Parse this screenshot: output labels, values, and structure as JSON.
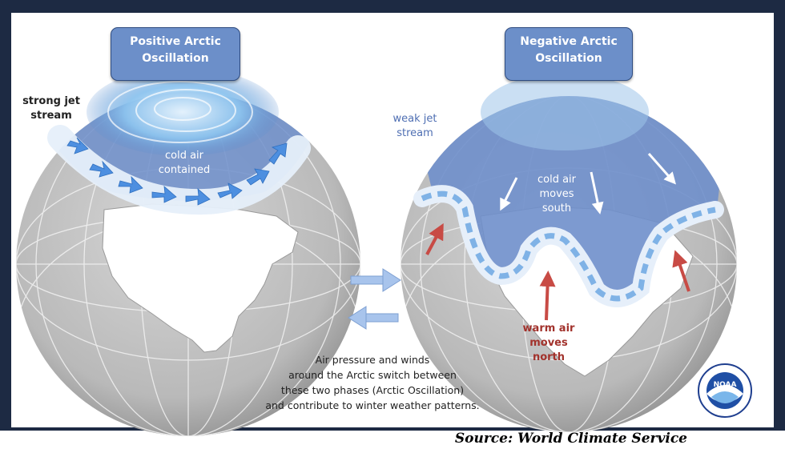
{
  "source": "Source: World Climate Service",
  "positive": {
    "title_line1": "Positive Arctic",
    "title_line2": "Oscillation",
    "jet_line1": "strong jet",
    "jet_line2": "stream",
    "air_line1": "cold air",
    "air_line2": "contained"
  },
  "negative": {
    "title_line1": "Negative Arctic",
    "title_line2": "Oscillation",
    "jet_line1": "weak jet",
    "jet_line2": "stream",
    "cold_line1": "cold air",
    "cold_line2": "moves",
    "cold_line3": "south",
    "warm_line1": "warm air",
    "warm_line2": "moves",
    "warm_line3": "north"
  },
  "description": {
    "line1": "Air pressure and winds",
    "line2": "around the Arctic switch between",
    "line3": "these two phases (Arctic Oscillation)",
    "line4": "and contribute to winter weather patterns."
  },
  "logo_text": "NOAA",
  "colors": {
    "frame": "#1d2a43",
    "label_box": "#6c8fc9",
    "cold_air": "#6f8fcb",
    "jet_arrow": "#4d8fe0",
    "warm_arrow": "#c84b45",
    "warm_text": "#a2322c",
    "jet_label_weak": "#4f6fb3"
  }
}
